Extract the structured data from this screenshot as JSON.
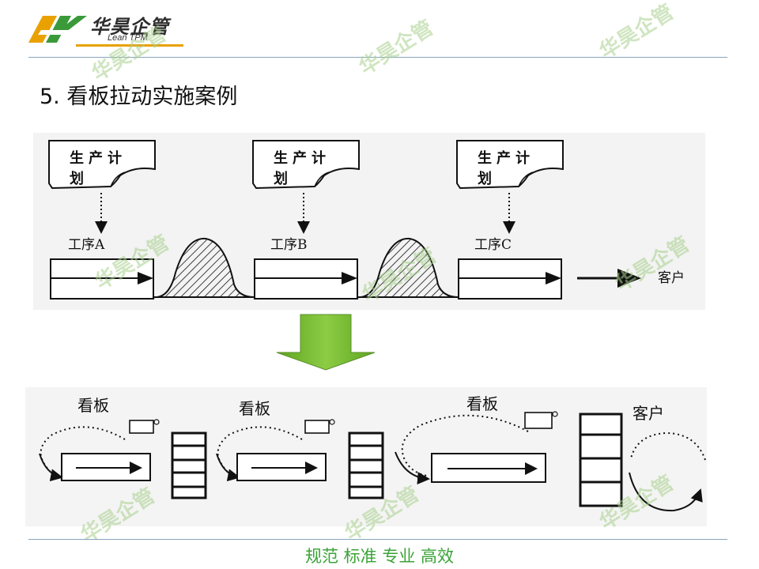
{
  "header": {
    "logo_cn": "华昊企管",
    "logo_en": "Lean TPM"
  },
  "page_title": "5. 看板拉动实施案例",
  "top_diagram": {
    "plan_notes": [
      "生产计划",
      "生产计划",
      "生产计划"
    ],
    "plan_line1": "生产计",
    "plan_line2": "划",
    "processes": [
      "工序A",
      "工序B",
      "工序C"
    ],
    "customer": "客户"
  },
  "bottom_diagram": {
    "kanban_labels": [
      "看板",
      "看板",
      "看板"
    ],
    "customer": "客户"
  },
  "watermark": "华昊企管",
  "footer": "规范 标准 专业 高效",
  "colors": {
    "accent_green": "#79b83a",
    "rule_blue": "#88a6bd",
    "footer_green": "#3aa336",
    "logo_orange": "#e9a100",
    "logo_green": "#3a9a3a"
  }
}
